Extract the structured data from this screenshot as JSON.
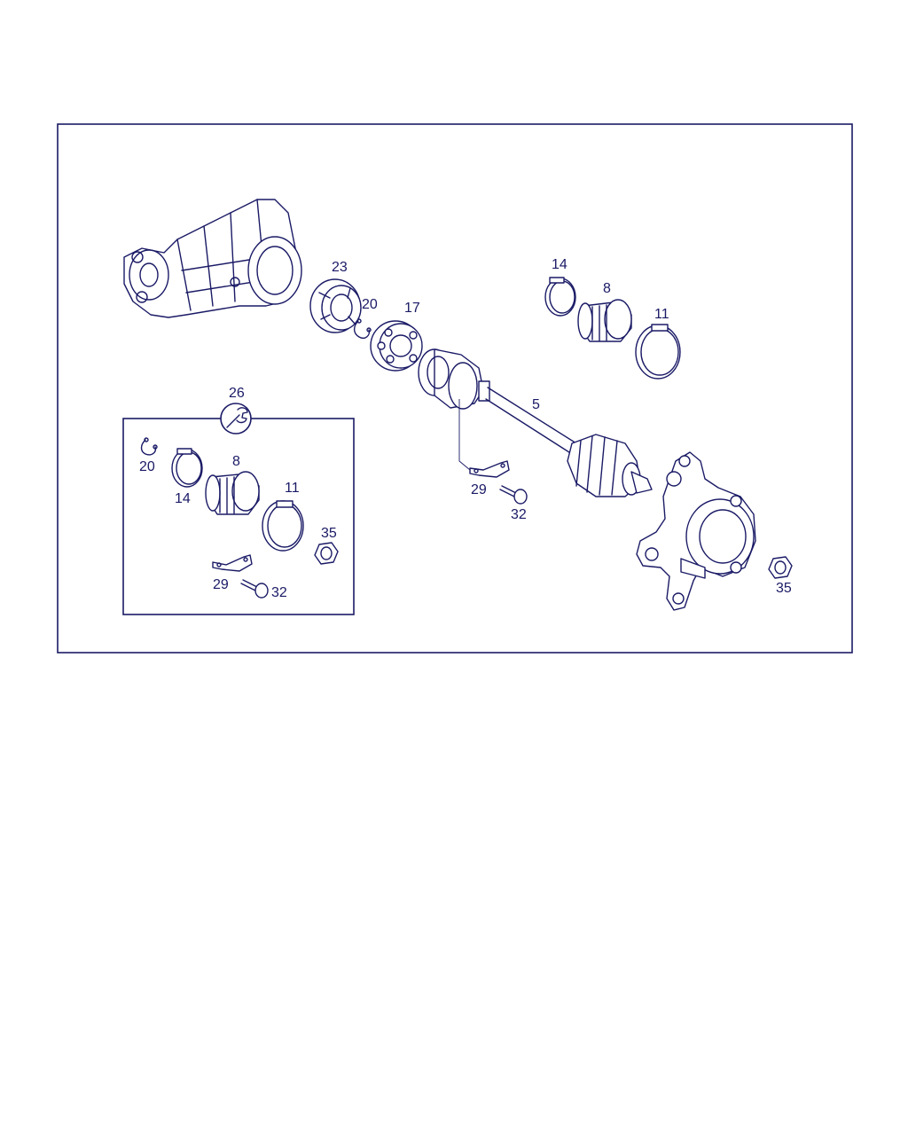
{
  "colors": {
    "ink": "#1a1a66",
    "background": "#ffffff"
  },
  "labels": {
    "main": {
      "p23": "23",
      "p20": "20",
      "p17": "17",
      "p14": "14",
      "p8": "8",
      "p11": "11",
      "p5": "5",
      "p29": "29",
      "p32": "32",
      "p35": "35"
    },
    "kit": {
      "p26": "26",
      "p20": "20",
      "p14": "14",
      "p8": "8",
      "p11": "11",
      "p35": "35",
      "p29": "29",
      "p32": "32"
    }
  },
  "icons": {
    "kit_badge": "wrench-icon"
  }
}
